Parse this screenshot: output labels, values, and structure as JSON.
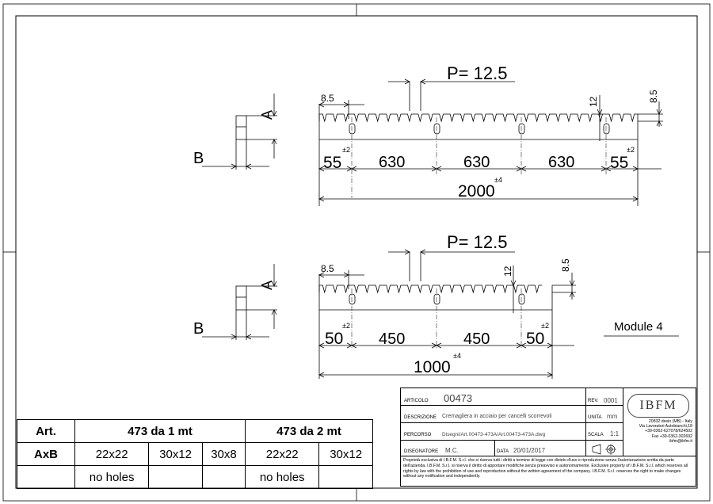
{
  "drawing": {
    "top_rack": {
      "pitch_label": "P= 12.5",
      "tooth_width": "8.5",
      "height_12": "12",
      "height_85": "8.5",
      "hole_offset_left": "55",
      "hole_offset_left_tol": "±2",
      "spacings": [
        "630",
        "630",
        "630"
      ],
      "hole_offset_right": "55",
      "hole_offset_right_tol": "±2",
      "total_length": "2000",
      "total_tol": "±4"
    },
    "bottom_rack": {
      "pitch_label": "P= 12.5",
      "tooth_width": "8.5",
      "height_12": "12",
      "height_85": "8.5",
      "hole_offset_left": "50",
      "hole_offset_left_tol": "±2",
      "spacings": [
        "450",
        "450"
      ],
      "hole_offset_right": "50",
      "hole_offset_right_tol": "±2",
      "total_length": "1000",
      "total_tol": "±4"
    },
    "section_label_a": "A",
    "section_label_b": "B",
    "module_label": "Module 4"
  },
  "bom": {
    "art_label": "Art.",
    "group1": "473 da 1 mt",
    "group2": "473 da 2 mt",
    "axb_label": "AxB",
    "sizes": [
      "22x22",
      "30x12",
      "30x8",
      "22x22",
      "30x12"
    ],
    "notes": [
      "no holes",
      "",
      "",
      "no holes",
      ""
    ]
  },
  "title_block": {
    "articolo_label": "ARTICOLO",
    "articolo": "00473",
    "rev_label": "REV.",
    "rev": "0001",
    "descrizione_label": "DESCRIZIONE",
    "descrizione": "Cremagliera in acciaio per cancelli scorrevoli",
    "unita_label": "UNITA",
    "unita": "mm",
    "percorso_label": "PERCORSO",
    "percorso": "Disegni/Art.00473-473A/Art.00473-473A.dwg",
    "scala_label": "SCALA",
    "scala": "1:1",
    "disegnatore_label": "DISEGNATORE",
    "disegnatore": "M.C.",
    "data_label": "DATA",
    "data": "20/01/2017",
    "logo": "IBFM",
    "address": [
      "20832 desio (MB) - Italy",
      "Via Lavoratori Autobianchi,18",
      "+39-0362-627078/624502",
      "Fax +39-0362-302692",
      "ibfm@ibfm.it"
    ],
    "legal": "Proprietà esclusiva di I.B.F.M. S.r.l. che si riserva tutti i diritti a termine di legge con divieto d'uso e riproduzione senza l'autorizzazione scritta da parte dell'azienda. I.B.F.M. S.r.l. si riserva il diritto di apportare modifiche senza preavviso e autonomamente. Exclusive property of I.B.F.M. S.r.l. which reserves all rights by law with the prohibition of use and reproduction without the written agreement of the company. I.B.F.M. S.r.l. reserves the right to make changes without any notification and independently."
  }
}
